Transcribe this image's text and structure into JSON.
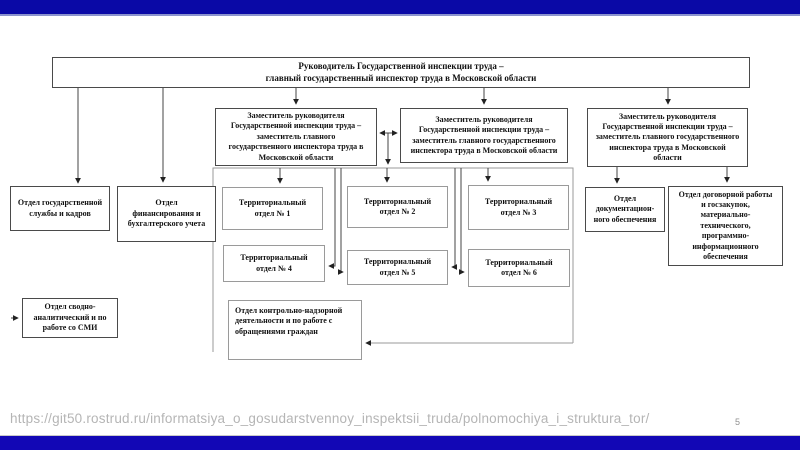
{
  "slide": {
    "page_number": "5",
    "footer_url": "https://git50.rostrud.ru/informatsiya_o_gosudarstvennoy_inspektsii_truda/polnomochiya_i_struktura_tor/",
    "colors": {
      "top_bar": "#0a09a6",
      "bottom_bar": "#1207b5",
      "bar_underline": "#8b93ce",
      "footer_text": "#b5b5b5"
    }
  },
  "org_chart": {
    "title_box": "Руководитель Государственной инспекции труда –\nглавный государственный инспектор труда в Московской области",
    "deputy_left": "Заместитель руководителя\nГосударственной инспекции труда –\nзаместитель главного\nгосударственного инспектора труда в\nМосковской области",
    "deputy_center": "Заместитель руководителя\nГосударственной инспекции труда –\nзаместитель главного государственного\nинспектора труда в Московской области",
    "deputy_right": "Заместитель руководителя\nГосударственной инспекции труда –\nзаместитель главного государственного\nинспектора труда в Московской\nобласти",
    "dept_civil_service": "Отдел государственной\nслужбы и кадров",
    "dept_finance": "Отдел\nфинансирования и\nбухгалтерского учета",
    "dept_documentation": "Отдел\nдокументацион-\nного обеспечения",
    "dept_contracts": "Отдел договорной работы\nи госзакупок,\nматериально-\nтехнического,\nпрограммно-\nинформационного\nобеспечения",
    "territorial": [
      "Территориальный\nотдел № 1",
      "Территориальный\nотдел № 2",
      "Территориальный\nотдел № 3",
      "Территориальный\nотдел № 4",
      "Территориальный\nотдел № 5",
      "Территориальный\nотдел № 6"
    ],
    "dept_control": "Отдел контрольно-надзорной\nдеятельности и по работе с\nобращениями граждан",
    "dept_media": "Отдел сводно-\nаналитический и по\nработе со СМИ"
  }
}
